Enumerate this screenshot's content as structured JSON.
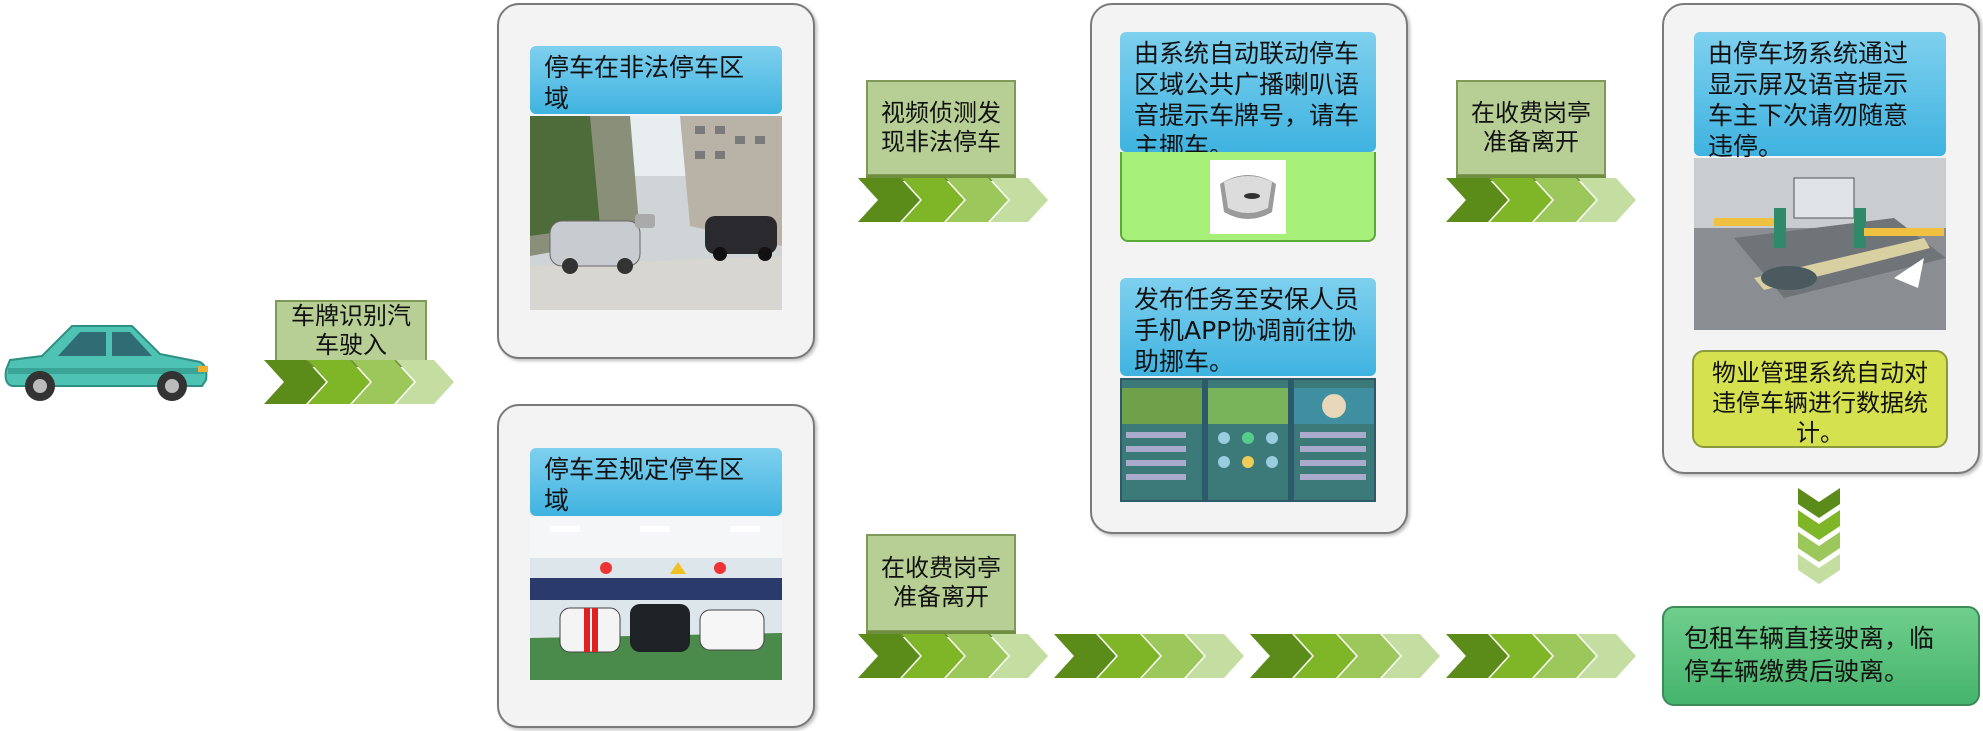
{
  "entry": {
    "label": "车牌识别汽车驶入",
    "icon": "car-icon"
  },
  "top_branch": {
    "panel1_title": "停车在非法停车区域",
    "label1": "视频侦测发现非法停车",
    "panel2_title": "由系统自动联动停车区域公共广播喇叭语音提示车牌号，请车主挪车。",
    "panel2_sub": "发布任务至安保人员手机APP协调前往协助挪车。",
    "label2": "在收费岗亭准备离开",
    "panel3_title": "由停车场系统通过显示屏及语音提示车主下次请勿随意违停。",
    "panel3_sub": "物业管理系统自动对违停车辆进行数据统计。"
  },
  "bottom_branch": {
    "panel_title": "停车至规定停车区域",
    "label": "在收费岗亭准备离开"
  },
  "final": {
    "text": "包租车辆直接驶离，临停车辆缴费后驶离。"
  },
  "colors": {
    "blue": "#4bb8e3",
    "green_label": "#b7cf94",
    "chevron_dark": "#5b8c1a",
    "final_green": "#58c07a",
    "yellow": "#d6e14f"
  }
}
